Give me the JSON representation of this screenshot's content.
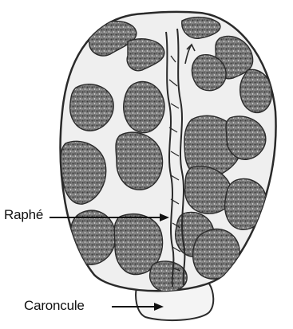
{
  "diagram": {
    "labels": {
      "raphe": "Raphé",
      "caroncule": "Caroncule"
    },
    "colors": {
      "outline": "#2a2a2a",
      "seed_fill": "#efefef",
      "blotch_fill": "#6e6e6e",
      "blotch_stipple": "#3a3a3a",
      "background": "#ffffff"
    },
    "parts": [
      "seed-coat",
      "mottled-blotches",
      "raphe-ridge",
      "caruncle"
    ]
  }
}
